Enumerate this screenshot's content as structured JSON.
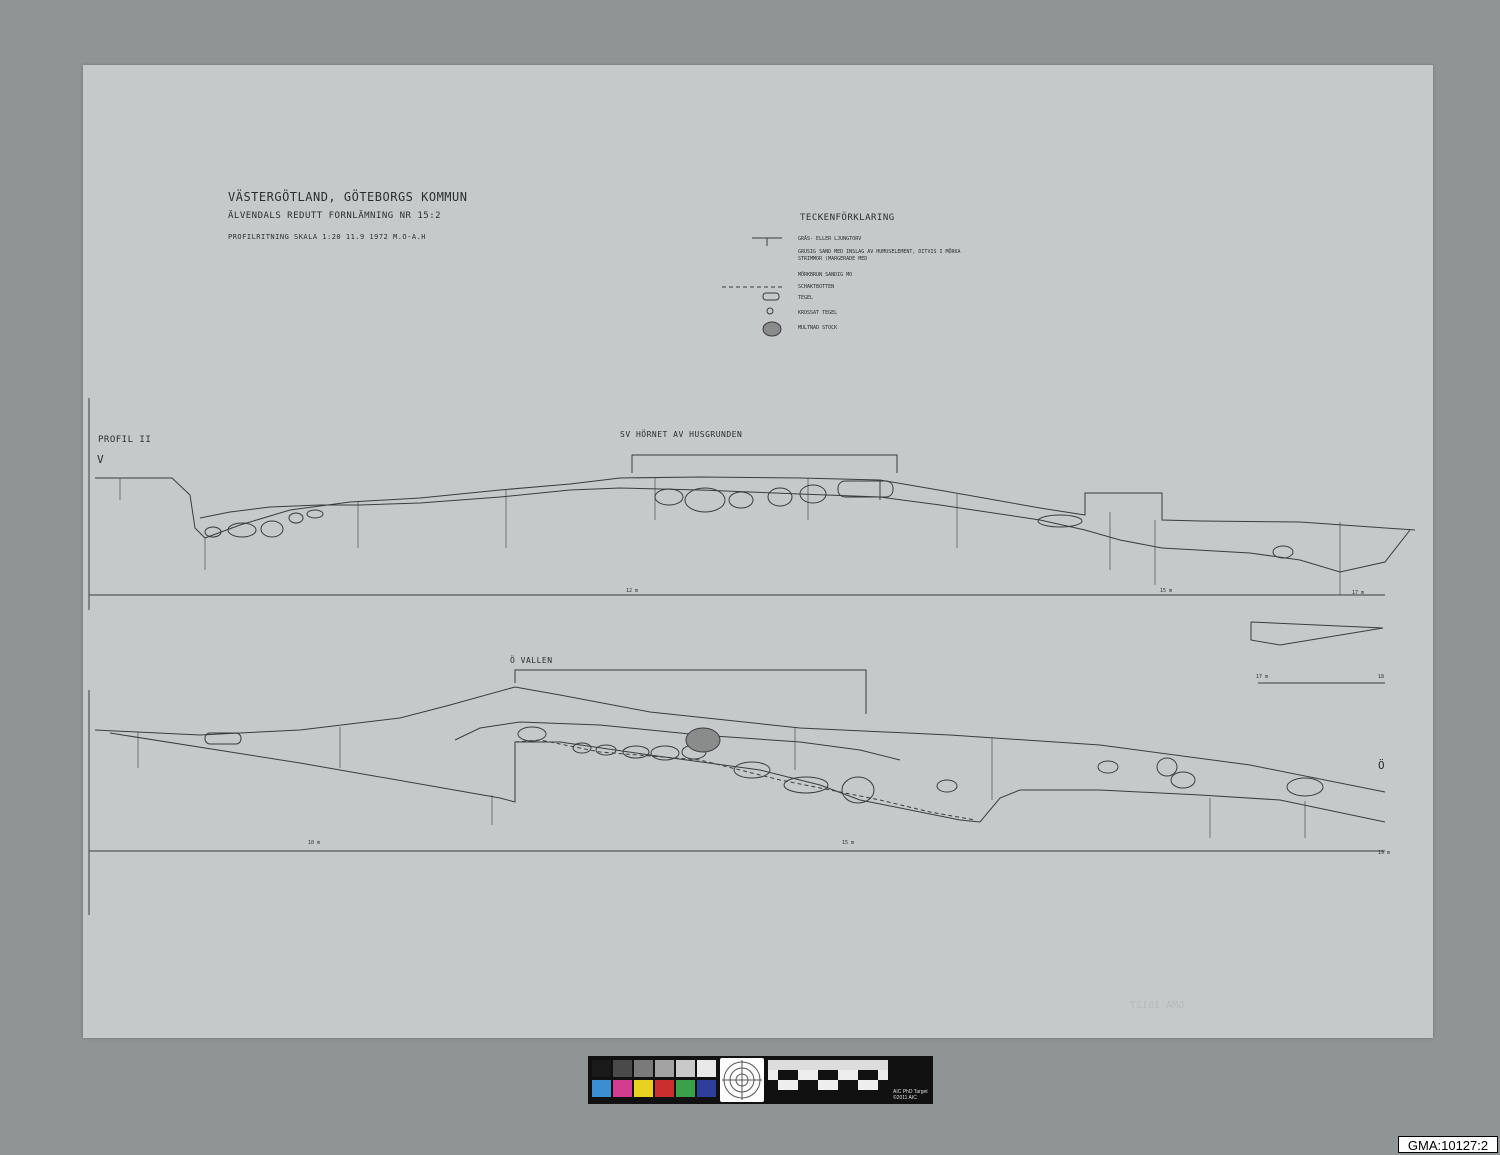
{
  "header": {
    "title": "VÄSTERGÖTLAND, GÖTEBORGS KOMMUN",
    "subtitle": "ÄLVENDALS REDUTT    FORNLÄMNING NR 15:2",
    "meta": "PROFILRITNING    SKALA 1:20            11.9 1972  M.O-A.H"
  },
  "legend": {
    "title": "TECKENFÖRKLARING",
    "items": [
      {
        "label": "GRÄS- ELLER LJUNGTORV"
      },
      {
        "label": "GRUSIG SAND MED INSLAG AV HUMUSELEMENT, DITVIS I MÖRKA STRIMMOR (MARGERADE MED"
      },
      {
        "label": "MÖRKBRUN SANDIG MO"
      },
      {
        "label": "SCHAKTBOTTEN"
      },
      {
        "label": "TEGEL"
      },
      {
        "label": "KROSSAT TEGEL"
      },
      {
        "label": "MULTNAD STOCK"
      }
    ]
  },
  "profile1": {
    "title": "PROFIL II",
    "side_left": "V",
    "annotation": "SV HÖRNET AV HUSGRUNDEN",
    "scale_labels": [
      "12 m",
      "15 m",
      "17 m"
    ]
  },
  "profile2": {
    "annotation": "Ö VALLEN",
    "side_right": "Ö",
    "scale_labels": [
      "10 m",
      "15 m",
      "19 m"
    ]
  },
  "inset": {
    "scale_labels": [
      "17 m",
      "18"
    ]
  },
  "color_target": {
    "text": "AIC PhD Target\n©2011 AIC",
    "colors": [
      "#1a1a1a",
      "#4a4a4a",
      "#7a7a7a",
      "#a3a3a3",
      "#c9c9c9",
      "#e9e9e9",
      "#3a8fd0",
      "#d23b8e",
      "#e8d21f",
      "#c92f2f",
      "#3aa04a",
      "#2d3f9a"
    ]
  },
  "catalog_id": "GMA:10127:2"
}
